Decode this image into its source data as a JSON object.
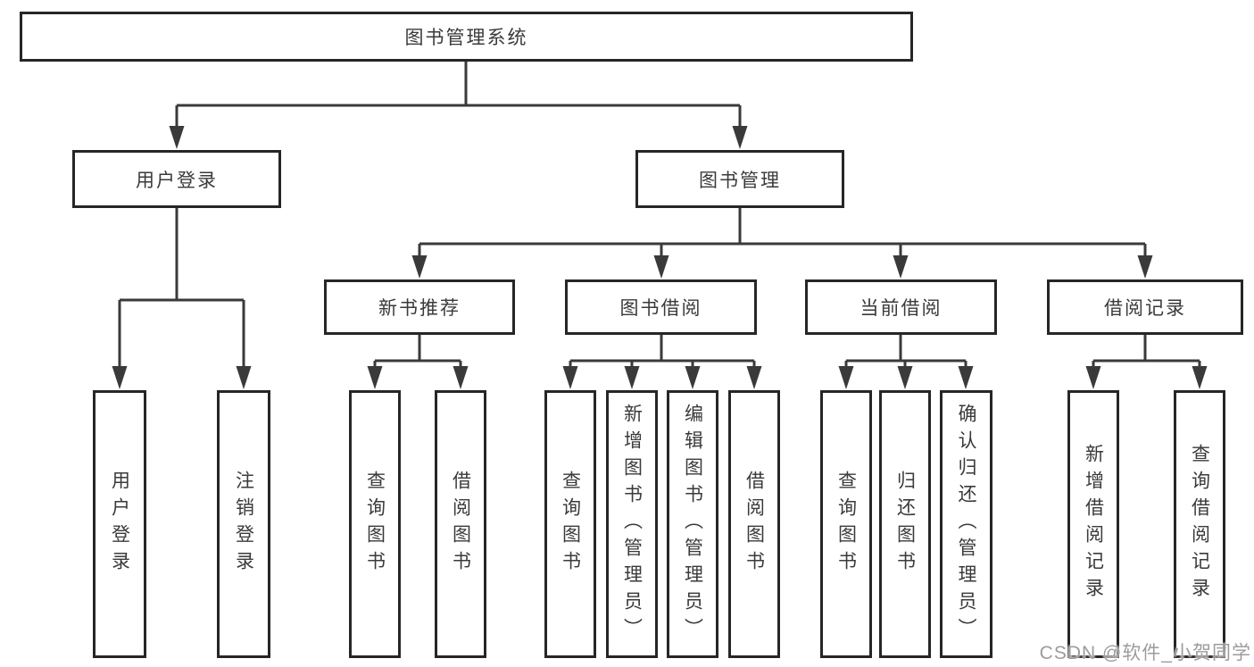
{
  "title": "图书管理系统",
  "nodes": {
    "root": "图书管理系统",
    "user_login": "用户登录",
    "book_management": "图书管理",
    "new_book_recommend": "新书推荐",
    "book_borrow": "图书借阅",
    "current_borrow": "当前借阅",
    "borrow_records": "借阅记录"
  },
  "leaves": {
    "user_login": [
      "用户登录",
      "注销登录"
    ],
    "new_book_recommend": [
      "查询图书",
      "借阅图书"
    ],
    "book_borrow": [
      "查询图书",
      "新增图书（管理员）",
      "编辑图书（管理员）",
      "借阅图书"
    ],
    "current_borrow": [
      "查询图书",
      "归还图书",
      "确认归还（管理员）"
    ],
    "borrow_records": [
      "新增借阅记录",
      "查询借阅记录"
    ]
  },
  "hierarchy": {
    "图书管理系统": {
      "用户登录": [
        "用户登录",
        "注销登录"
      ],
      "图书管理": {
        "新书推荐": [
          "查询图书",
          "借阅图书"
        ],
        "图书借阅": [
          "查询图书",
          "新增图书（管理员）",
          "编辑图书（管理员）",
          "借阅图书"
        ],
        "当前借阅": [
          "查询图书",
          "归还图书",
          "确认归还（管理员）"
        ],
        "借阅记录": [
          "新增借阅记录",
          "查询借阅记录"
        ]
      }
    }
  },
  "watermark": "CSDN @软件_小贺同学",
  "colors": {
    "background": "#ffffff",
    "box_border": "#262626",
    "line": "#3a3a3a",
    "text": "#3a3a3a",
    "watermark": "#9c9c9c"
  }
}
